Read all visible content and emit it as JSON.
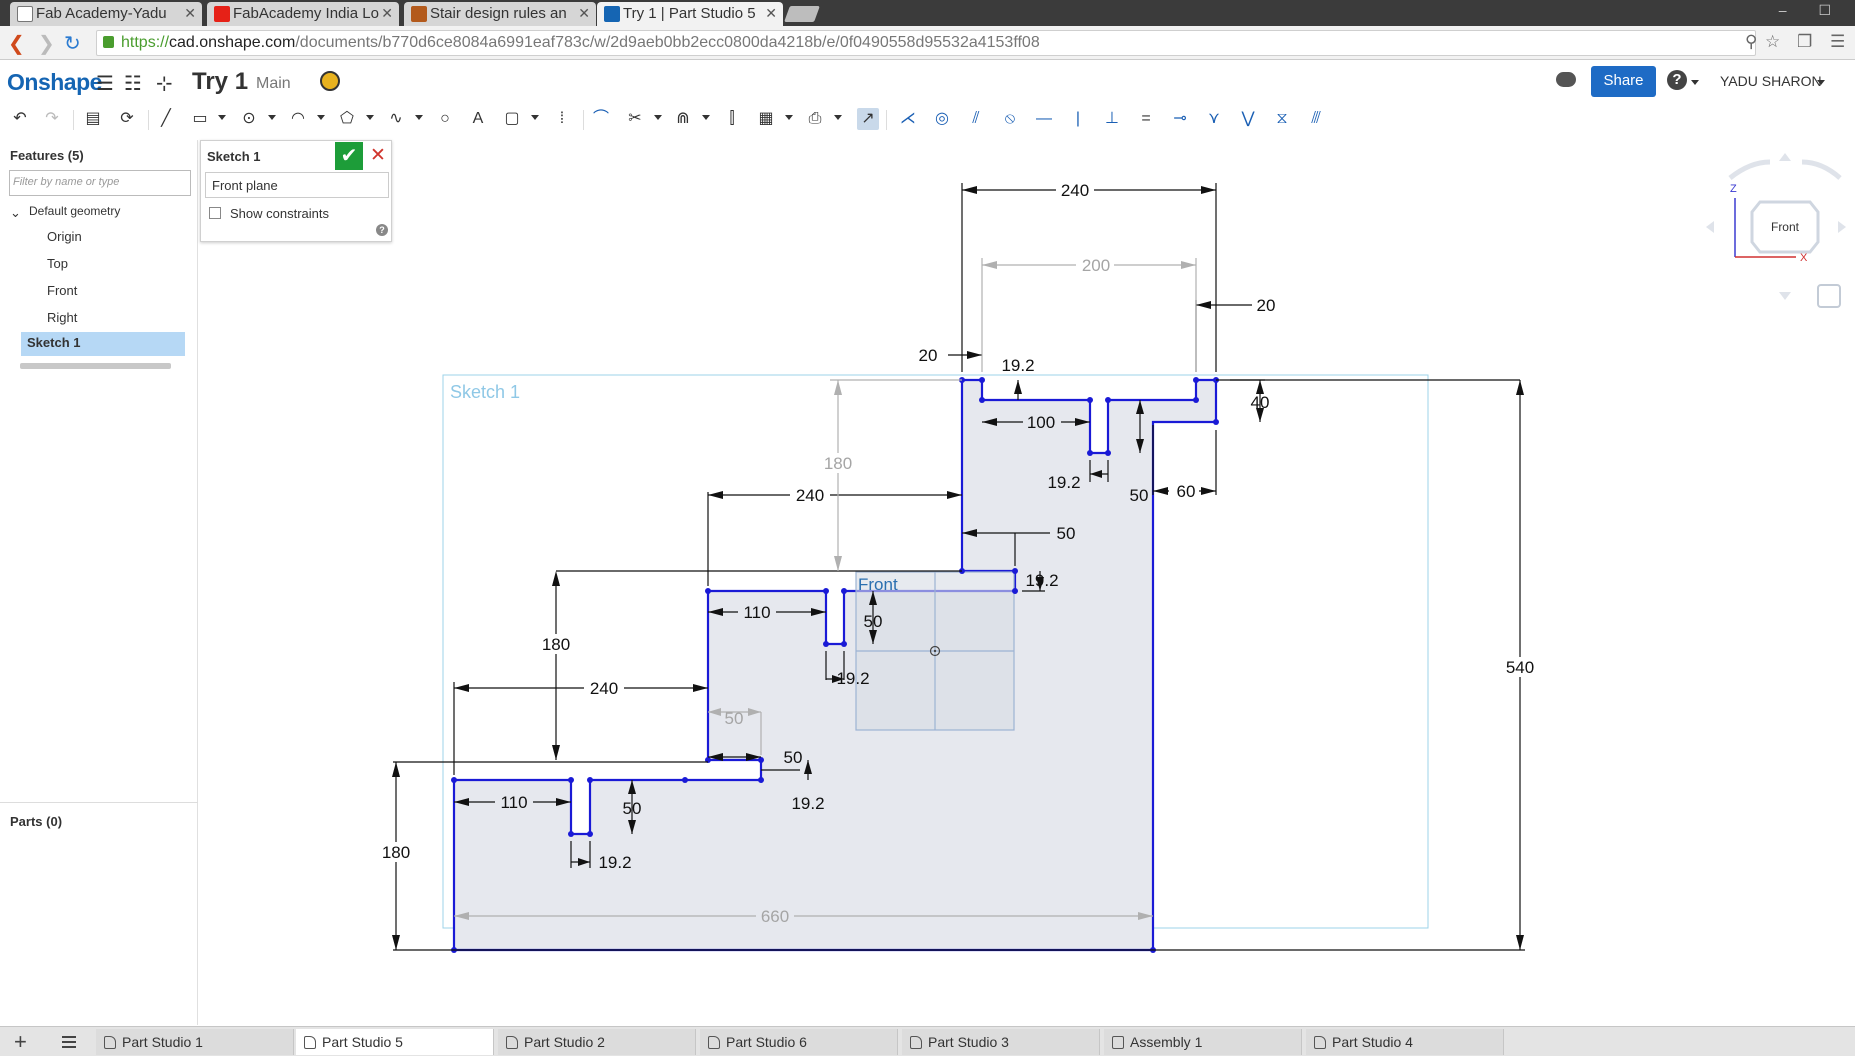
{
  "browser": {
    "tabs": [
      {
        "label": "Fab Academy-Yadu",
        "active": false
      },
      {
        "label": "FabAcademy India Lo",
        "active": false
      },
      {
        "label": "Stair design rules an",
        "active": false
      },
      {
        "label": "Try 1 | Part Studio 5",
        "active": true
      }
    ],
    "url_scheme": "https://",
    "url_host": "cad.onshape.com",
    "url_path": "/documents/b770d6ce8084a6991eaf783c/w/2d9aeb0bb2ecc0800da4218b/e/0f0490558d95532a4153ff08"
  },
  "header": {
    "logo": "Onshape",
    "doc_title": "Try 1",
    "branch": "Main",
    "share_label": "Share",
    "help_label": "?",
    "user_name": "YADU SHARON"
  },
  "features": {
    "title": "Features (5)",
    "filter_placeholder": "Filter by name or type",
    "group_label": "Default geometry",
    "items": [
      "Origin",
      "Top",
      "Front",
      "Right"
    ],
    "selected_item": "Sketch 1",
    "parts_title": "Parts (0)"
  },
  "sketch_dialog": {
    "title": "Sketch 1",
    "plane": "Front plane",
    "show_constraints_label": "Show constraints",
    "show_constraints_checked": false
  },
  "viewport": {
    "sketch_label": "Sketch 1",
    "plane_label": "Front",
    "dimensions": {
      "top_width": "240",
      "top_inner_width": "200",
      "top_right_offset": "20",
      "top_left_offset": "20",
      "top_notch_depth": "19.2",
      "right_step_height": "40",
      "tread_1": "100",
      "notch_width_1": "19.2",
      "riser_1": "50",
      "step_1_depth": "60",
      "middle_height_gray": "180",
      "step_2_width": "240",
      "step_2_offset": "50",
      "step_2_notch": "19.2",
      "step_3_height": "180",
      "tread_3": "110",
      "riser_3": "50",
      "notch_3": "19.2",
      "step_4_width": "240",
      "step_4_offset_gray": "50",
      "step_4_offset": "50",
      "step_4_notch": "19.2",
      "bottom_height": "180",
      "tread_5": "110",
      "riser_5": "50",
      "notch_5": "19.2",
      "total_height": "540",
      "total_width_gray": "660"
    }
  },
  "view_cube": {
    "face": "Front",
    "axis_z": "Z",
    "axis_x": "X"
  },
  "bottom_tabs": [
    {
      "label": "Part Studio 1",
      "active": false
    },
    {
      "label": "Part Studio 5",
      "active": true
    },
    {
      "label": "Part Studio 2",
      "active": false
    },
    {
      "label": "Part Studio 6",
      "active": false
    },
    {
      "label": "Part Studio 3",
      "active": false
    },
    {
      "label": "Assembly 1",
      "active": false
    },
    {
      "label": "Part Studio 4",
      "active": false
    }
  ],
  "colors": {
    "brand_blue": "#1565b3",
    "share_blue": "#1e6bc5",
    "sketch_blue": "#1a1ad6",
    "region_fill": "#e6e8ee",
    "ok_green": "#1d9d39",
    "cancel_red": "#d0342c",
    "selection": "#b6d8f5"
  }
}
